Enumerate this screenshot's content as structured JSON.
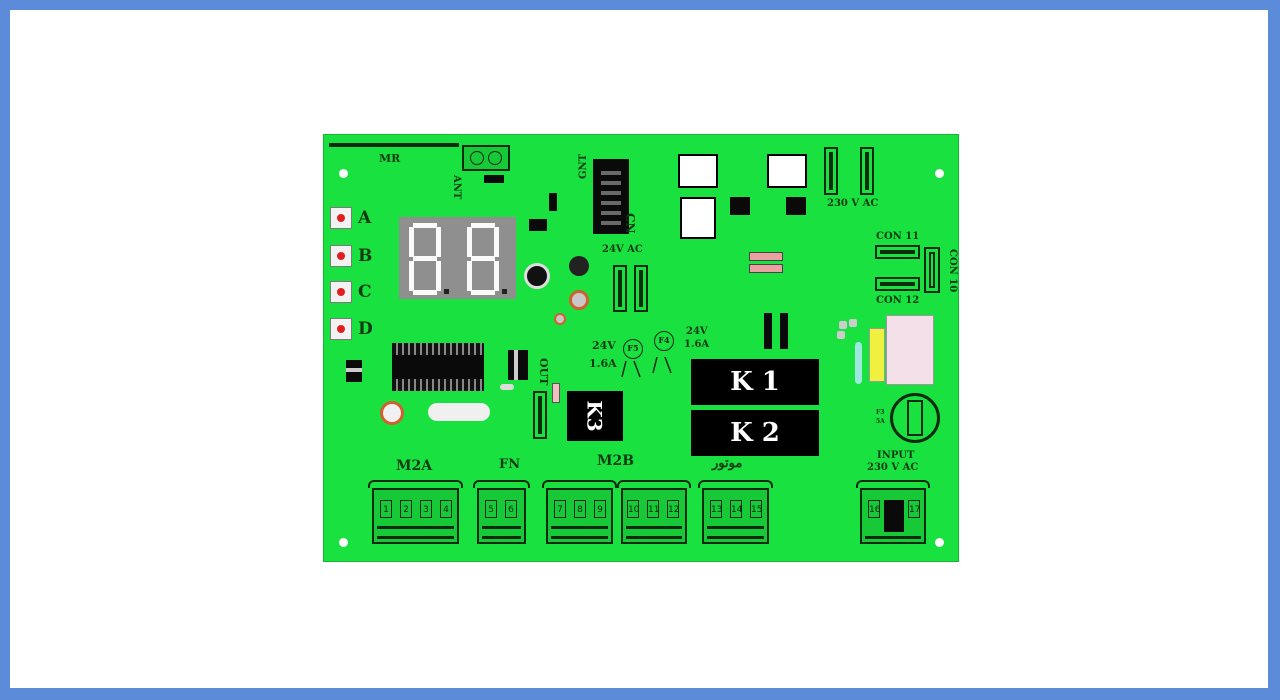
{
  "board": {
    "label_mr": "MR",
    "label_ant": "ANT",
    "label_gnt": "GNT",
    "label_cn": "CN",
    "label_24vac": "24V AC",
    "label_230vac": "230 V AC",
    "label_con11": "CON 11",
    "label_con12": "CON 12",
    "label_con10": "CON 10",
    "label_out": "OUT",
    "label_24v_left": "24V",
    "label_16a_left": "1.6A",
    "label_24v_right": "24V",
    "label_16a_right": "1.6A",
    "fuse_f5": "F5",
    "fuse_f4": "F4",
    "fuse_f3": "F3",
    "fuse_f3_rating": "5A",
    "relay_k1": "K 1",
    "relay_k2": "K 2",
    "relay_k3": "K3",
    "input_label": "INPUT",
    "input_voltage": "230 V AC"
  },
  "buttons": [
    {
      "label": "A"
    },
    {
      "label": "B"
    },
    {
      "label": "C"
    },
    {
      "label": "D"
    }
  ],
  "terminals": {
    "m2a": {
      "label": "M2A",
      "pins": [
        "1",
        "2",
        "3",
        "4"
      ]
    },
    "fn": {
      "label": "FN",
      "pins": [
        "5",
        "6"
      ]
    },
    "m2b": {
      "label": "M2B",
      "pins": [
        "7",
        "8",
        "9",
        "10",
        "11",
        "12"
      ]
    },
    "motor": {
      "label": "موتور",
      "pins": [
        "13",
        "14",
        "15"
      ]
    },
    "input": {
      "pins": [
        "16",
        "17"
      ]
    }
  },
  "colors": {
    "board": "#19e13f",
    "frame_border": "#5b8bd9",
    "relay": "#000000",
    "button_dot": "#e02020"
  }
}
